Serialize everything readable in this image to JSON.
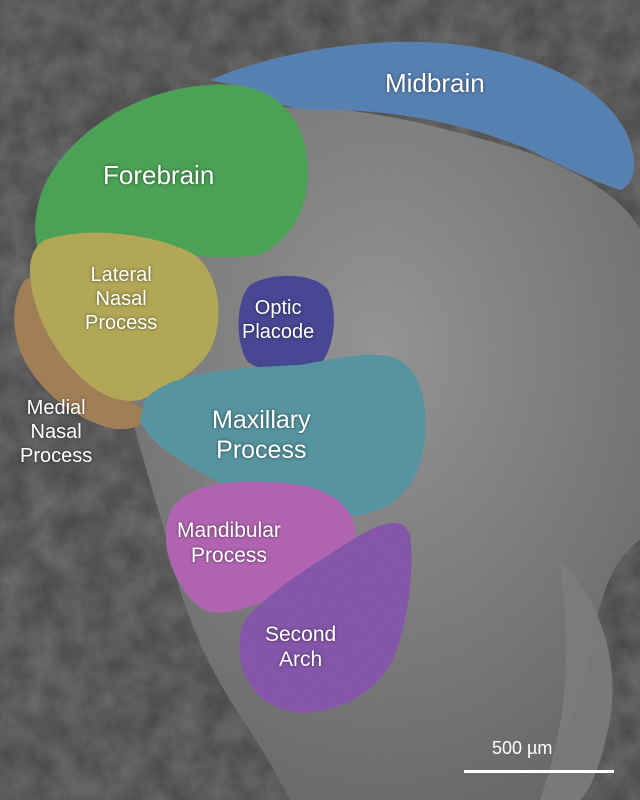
{
  "regions": {
    "midbrain": {
      "label": [
        "Midbrain"
      ],
      "color": "#5a86b8"
    },
    "forebrain": {
      "label": [
        "Forebrain"
      ],
      "color": "#4fa85a"
    },
    "lateral_nasal": {
      "label": [
        "Lateral",
        "Nasal",
        "Process"
      ],
      "color": "#b8ae5a"
    },
    "medial_nasal": {
      "label": [
        "Medial",
        "Nasal",
        "Process"
      ],
      "color": "#a7845a"
    },
    "optic_placode": {
      "label": [
        "Optic",
        "Placode"
      ],
      "color": "#4a4a9a"
    },
    "maxillary": {
      "label": [
        "Maxillary",
        "Process"
      ],
      "color": "#5a9aa6"
    },
    "mandibular": {
      "label": [
        "Mandibular",
        "Process"
      ],
      "color": "#b868b8"
    },
    "second_arch": {
      "label": [
        "Second",
        "Arch"
      ],
      "color": "#8a5ab0"
    }
  },
  "scale_bar": {
    "label": "500 µm"
  }
}
